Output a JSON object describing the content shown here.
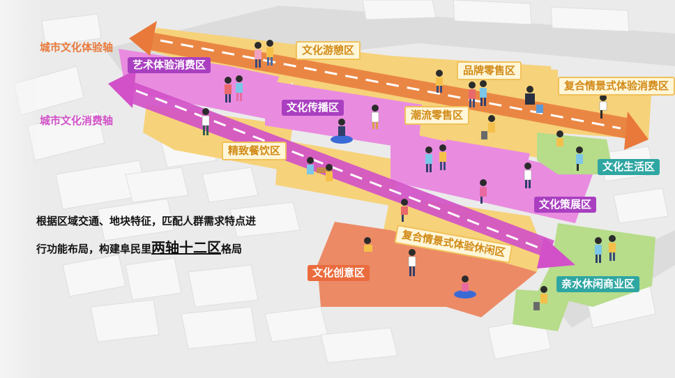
{
  "axes": {
    "experience_axis": {
      "label": "城市文化体验轴",
      "color": "#e8793a"
    },
    "consumption_axis": {
      "label": "城市文化消费轴",
      "color": "#d250c8"
    }
  },
  "zones": {
    "art_experience": "艺术体验消费区",
    "culture_leisure": "文化游憩区",
    "brand_retail": "品牌零售区",
    "composite_experience_consumption": "复合情景式体验消费区",
    "culture_broadcast": "文化传播区",
    "trend_retail": "潮流零售区",
    "fine_dining": "精致餐饮区",
    "culture_life": "文化生活区",
    "culture_exhibition": "文化策展区",
    "composite_experience_leisure": "复合情景式体验休闲区",
    "culture_creative": "文化创意区",
    "waterfront_commerce": "亲水休闲商业区"
  },
  "description": {
    "line1": "根据区域交通、地块特征，匹配人群需求特点进",
    "line2_prefix": "行功能布局，构建阜民里",
    "line2_emphasis": "两轴十二区",
    "line2_suffix": "格局"
  },
  "colors": {
    "yellow_zone": "#f6d27a",
    "pink_zone": "#e98ce0",
    "orange_zone": "#ec8a66",
    "green_zone": "#b7dc8a"
  }
}
